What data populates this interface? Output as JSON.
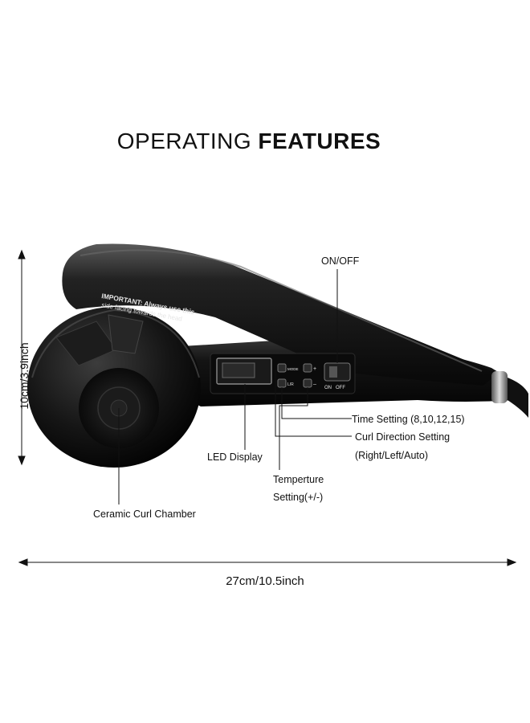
{
  "title": {
    "part1": "OPERATING",
    "part2": "FEATURES"
  },
  "device_text": {
    "important_line1": "IMPORTANT: Always use this",
    "important_line2": "side facing towards the head",
    "btn_mode": "MODE",
    "btn_plus": "+",
    "btn_lr": "L/R",
    "btn_minus": "–",
    "switch_on": "ON",
    "switch_off": "OFF"
  },
  "callouts": {
    "on_off": "ON/OFF",
    "time_setting": "Time Setting (8,10,12,15)",
    "curl_direction": "Curl Direction Setting",
    "curl_direction_values": "(Right/Left/Auto)",
    "led_display": "LED Display",
    "temperature_line1": "Temperture",
    "temperature_line2": "Setting(+/-)",
    "ceramic_chamber": "Ceramic Curl Chamber"
  },
  "dimensions": {
    "height": "10cm/3.9inch",
    "width": "27cm/10.5inch"
  }
}
